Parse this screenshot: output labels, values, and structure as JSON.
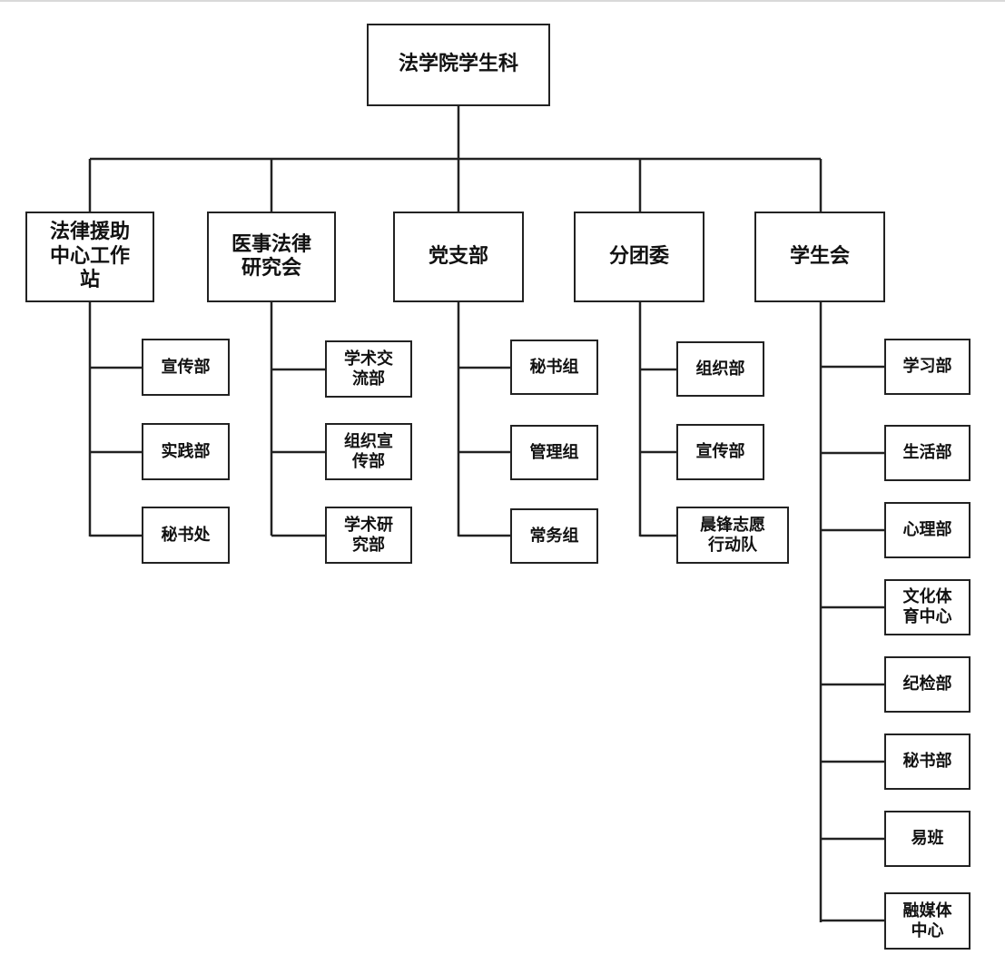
{
  "root": {
    "label": "法学院学生科"
  },
  "departments": [
    {
      "label": "法律援助\n中心工作\n站",
      "children": [
        "宣传部",
        "实践部",
        "秘书处"
      ]
    },
    {
      "label": "医事法律\n研究会",
      "children": [
        "学术交\n流部",
        "组织宣\n传部",
        "学术研\n究部"
      ]
    },
    {
      "label": "党支部",
      "children": [
        "秘书组",
        "管理组",
        "常务组"
      ]
    },
    {
      "label": "分团委",
      "children": [
        "组织部",
        "宣传部",
        "晨锋志愿\n行动队"
      ]
    },
    {
      "label": "学生会",
      "children": [
        "学习部",
        "生活部",
        "心理部",
        "文化体\n育中心",
        "纪检部",
        "秘书部",
        "易班",
        "融媒体\n中心"
      ]
    }
  ],
  "style": {
    "line_color": "#222222",
    "box_border": "#222222",
    "background": "#ffffff"
  }
}
